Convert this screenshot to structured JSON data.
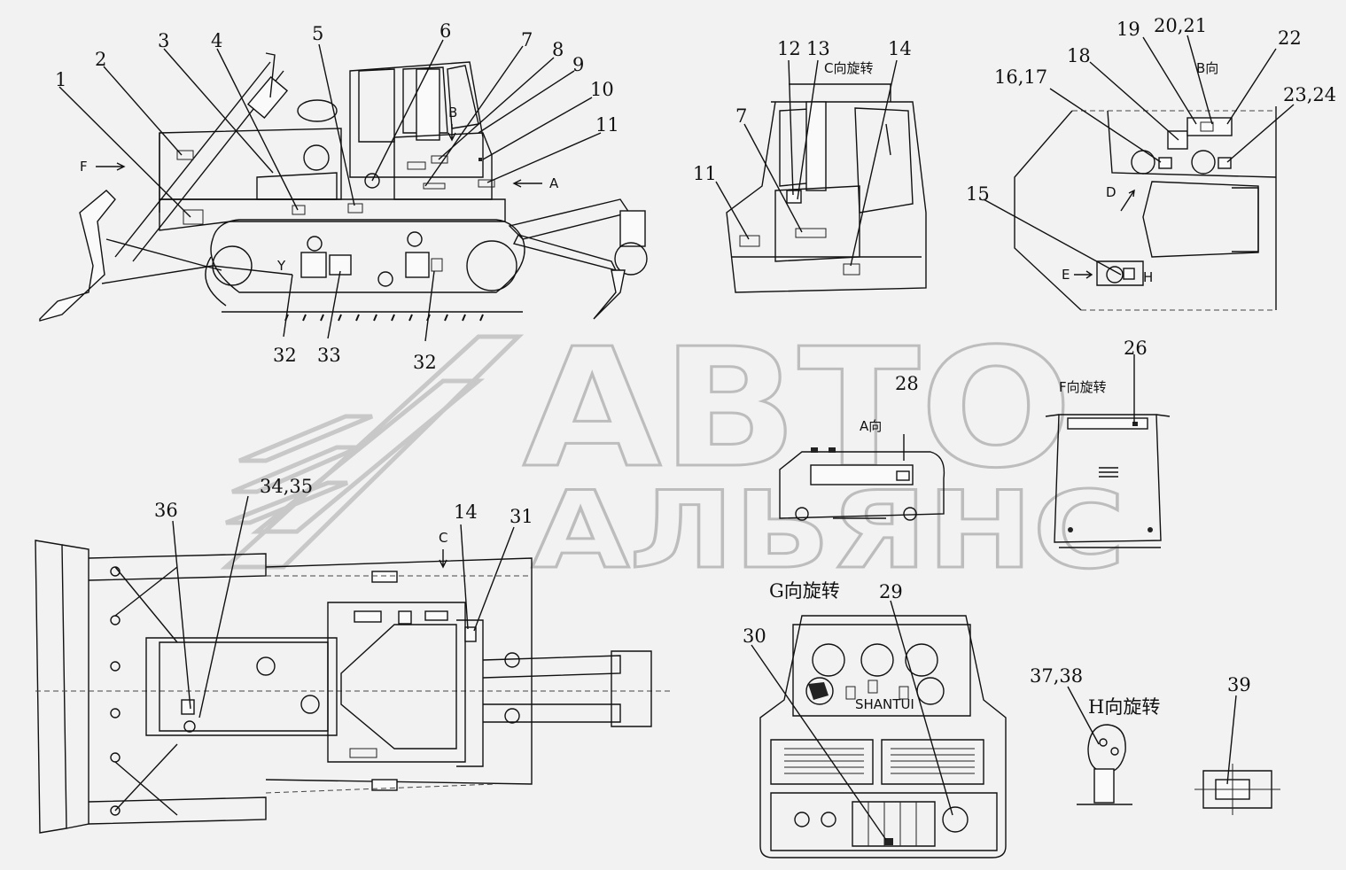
{
  "watermark": {
    "line1": "АВТО",
    "line2": "АЛЬЯНС"
  },
  "views": {
    "side": {
      "arrow_f": "F",
      "arrow_a": "A",
      "arrow_b": "B",
      "label_y": "Y"
    },
    "rear": {
      "title": "C向旋转"
    },
    "cab_top": {
      "title": "B向",
      "arrow_d": "D",
      "arrow_e": "E",
      "arrow_h": "H"
    },
    "panel_a": {
      "title": "A向"
    },
    "panel_f": {
      "title": "F向旋转"
    },
    "panel_g": {
      "title": "G向旋转",
      "brand": "SHANTUI"
    },
    "panel_h": {
      "title": "H向旋转"
    },
    "top": {
      "arrow_c": "C"
    }
  },
  "callouts": [
    "1",
    "2",
    "3",
    "4",
    "5",
    "6",
    "7",
    "8",
    "9",
    "10",
    "11",
    "12",
    "13",
    "7",
    "11",
    "14",
    "16,17",
    "18",
    "19",
    "20,21",
    "22",
    "23,24",
    "15",
    "32",
    "33",
    "32",
    "26",
    "28",
    "36",
    "34,35",
    "14",
    "31",
    "30",
    "29",
    "37,38",
    "39"
  ]
}
